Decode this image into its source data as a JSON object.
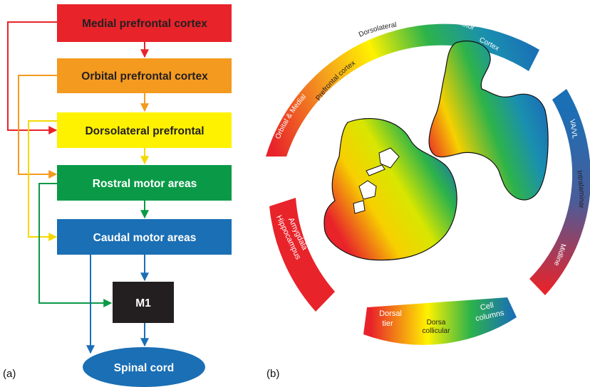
{
  "panel_a": {
    "label": "(a)",
    "boxes": {
      "medial": "Medial prefrontal cortex",
      "orbital": "Orbital prefrontal cortex",
      "dorsolateral": "Dorsolateral prefrontal",
      "rostral": "Rostral motor areas",
      "caudal": "Caudal motor areas",
      "m1": "M1",
      "spinal": "Spinal cord"
    },
    "colors": {
      "medial": "#e8232a",
      "orbital": "#f49a1f",
      "dorsolateral": "#fff200",
      "rostral": "#0a9a47",
      "caudal": "#1a6fb5",
      "m1": "#231f20",
      "spinal": "#1a6fb5"
    }
  },
  "panel_b": {
    "label": "(b)",
    "top_arc": {
      "orbital_medial": "Orbital & Medial",
      "prefrontal": "Prefrontal cortex",
      "dorsolateral": "Dorsolateral",
      "promotor": "Promotor",
      "cortex": "Cortex"
    },
    "right_arc": {
      "va_vl": "VA/VL",
      "intralaminar": "Intralaminar",
      "midline": "Midline"
    },
    "left_arc": {
      "amygdala": "Amygdala",
      "hippocampus": "Hippocampus"
    },
    "bottom_arc": {
      "dorsal": "Dorsal",
      "tier": "tier",
      "dorsa": "Dorsa",
      "collicular": "collicular",
      "cell": "Cell",
      "columns": "columns"
    }
  }
}
